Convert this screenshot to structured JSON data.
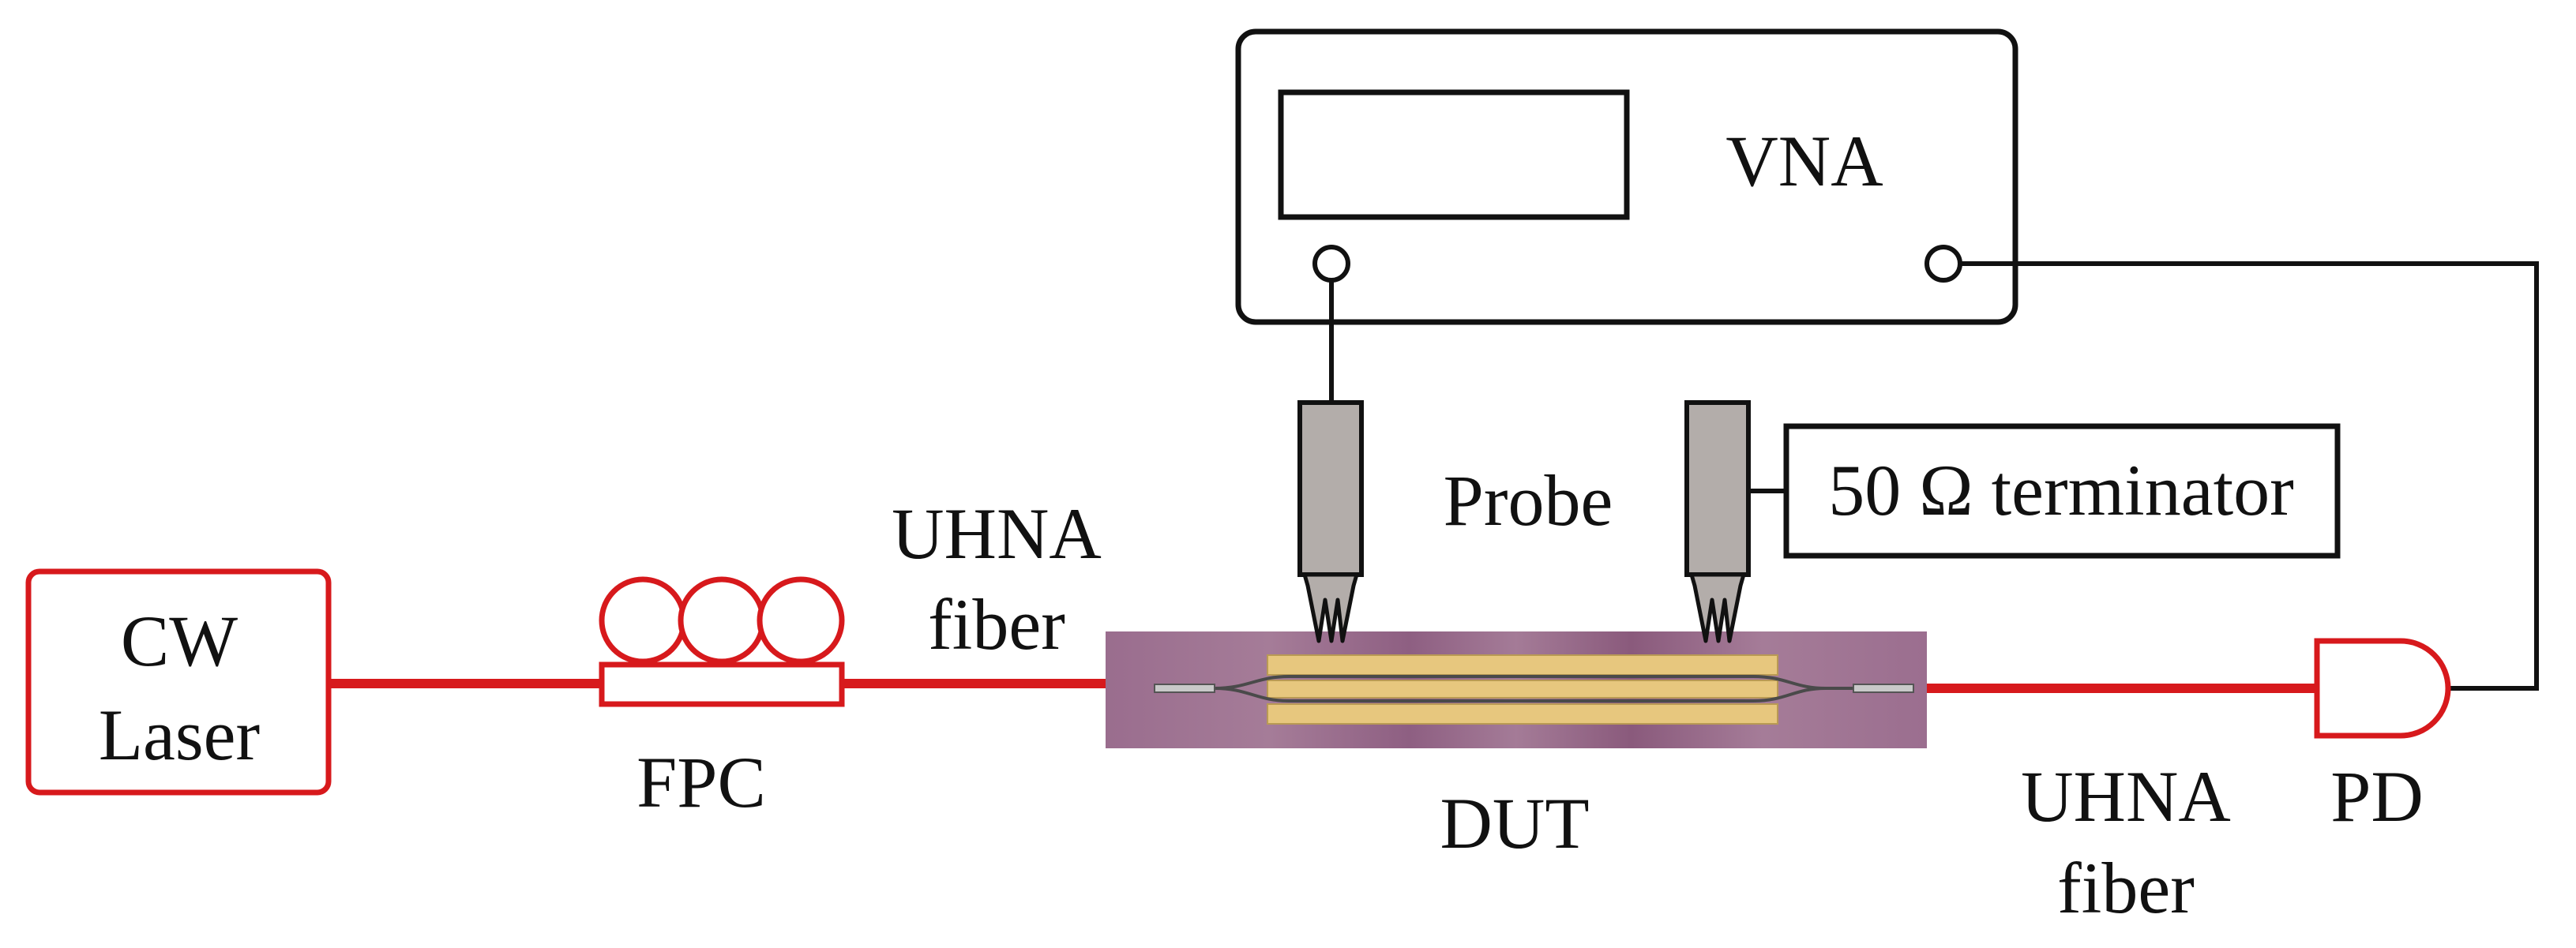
{
  "labels": {
    "vna": "VNA",
    "probe": "Probe",
    "terminator": "50 Ω terminator",
    "cw_laser_line1": "CW",
    "cw_laser_line2": "Laser",
    "fpc": "FPC",
    "uhna_left_line1": "UHNA",
    "uhna_left_line2": "fiber",
    "dut": "DUT",
    "uhna_right_line1": "UHNA",
    "uhna_right_line2": "fiber",
    "pd": "PD"
  },
  "colors": {
    "fiber": "#d7191c",
    "electrical": "#111111",
    "probe_body": "#b3adaa",
    "dut_chip": "#9c6f8f",
    "electrodes": "#e7c77e"
  }
}
